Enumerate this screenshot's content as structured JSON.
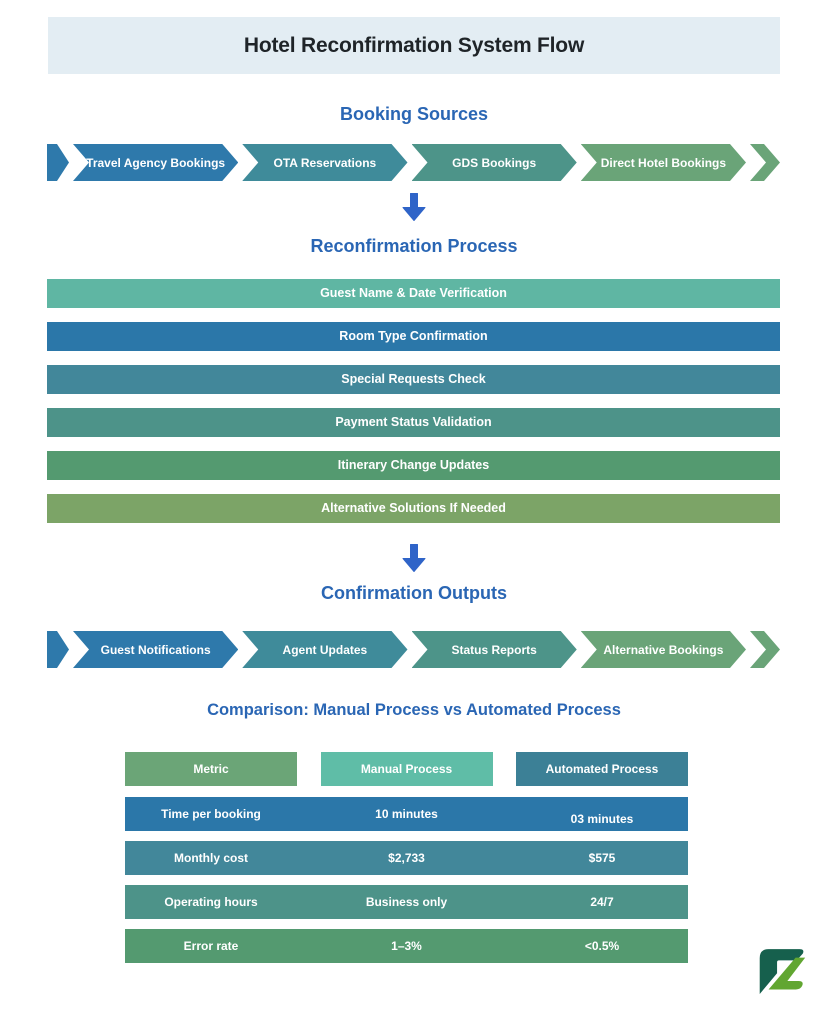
{
  "title": "Hotel Reconfirmation System Flow",
  "colors": {
    "banner_bg": "#e3edf3",
    "title_text": "#1f2428",
    "heading_blue": "#2a66b4",
    "arrow_blue": "#2f64c8",
    "logo_dark": "#16604d",
    "logo_light": "#61a631"
  },
  "booking_sources": {
    "heading": "Booking Sources",
    "items": [
      {
        "label": "Travel Agency Bookings",
        "color": "#2e79ab"
      },
      {
        "label": "OTA Reservations",
        "color": "#3f8b9a"
      },
      {
        "label": "GDS Bookings",
        "color": "#4d9489"
      },
      {
        "label": "Direct Hotel Bookings",
        "color": "#6aa478"
      }
    ]
  },
  "process": {
    "heading": "Reconfirmation Process",
    "steps": [
      {
        "label": "Guest Name & Date Verification",
        "color": "#5fb6a3"
      },
      {
        "label": "Room Type Confirmation",
        "color": "#2b77a9"
      },
      {
        "label": "Special Requests Check",
        "color": "#42879a"
      },
      {
        "label": "Payment Status Validation",
        "color": "#4d9389"
      },
      {
        "label": "Itinerary Change Updates",
        "color": "#549a70"
      },
      {
        "label": "Alternative Solutions If Needed",
        "color": "#7ca467"
      }
    ]
  },
  "outputs": {
    "heading": "Confirmation Outputs",
    "items": [
      {
        "label": "Guest Notifications",
        "color": "#2e79ab"
      },
      {
        "label": "Agent Updates",
        "color": "#3f8b9a"
      },
      {
        "label": "Status Reports",
        "color": "#4d9489"
      },
      {
        "label": "Alternative Bookings",
        "color": "#6aa478"
      }
    ]
  },
  "comparison": {
    "heading": "Comparison: Manual Process vs Automated Process",
    "columns": [
      {
        "label": "Metric",
        "color": "#6ba577"
      },
      {
        "label": "Manual Process",
        "color": "#5fbda7"
      },
      {
        "label": "Automated Process",
        "color": "#3c8096"
      }
    ],
    "rows": [
      {
        "metric": "Time per booking",
        "manual": "10 minutes",
        "automated": "03 minutes",
        "color": "#2b77a9"
      },
      {
        "metric": "Monthly cost",
        "manual": "$2,733",
        "automated": "$575",
        "color": "#42879a"
      },
      {
        "metric": "Operating hours",
        "manual": "Business only",
        "automated": "24/7",
        "color": "#4d9389"
      },
      {
        "metric": "Error rate",
        "manual": "1–3%",
        "automated": "<0.5%",
        "color": "#549a70"
      }
    ]
  }
}
